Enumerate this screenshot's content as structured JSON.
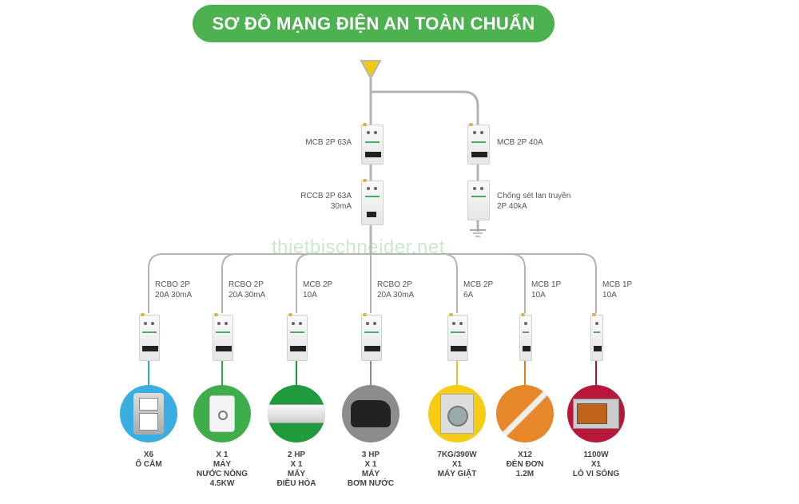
{
  "title": "SƠ ĐỒ MẠNG ĐIỆN AN TOÀN CHUẨN",
  "watermark": "thietbischneider.net",
  "source_icon": "power-source-triangle-icon",
  "main_branch": {
    "breakers": [
      {
        "label_line1": "MCB 2P 63A",
        "label_line2": ""
      },
      {
        "label_line1": "RCCB 2P 63A",
        "label_line2": "30mA"
      }
    ]
  },
  "protection_branch": {
    "breakers": [
      {
        "label_line1": "MCB 2P 40A",
        "label_line2": ""
      },
      {
        "label_line1": "Chống sét lan truyền",
        "label_line2": "2P 40kA"
      }
    ],
    "ground_icon": "ground-icon"
  },
  "circuits": [
    {
      "breaker_line1": "RCBO 2P",
      "breaker_line2": "20A 30mA",
      "wire_color": "#2aa8d8",
      "circle_color": "#3aaee0",
      "icon": "power-outlet-icon",
      "caption": [
        "X6",
        "Ổ CẮM"
      ]
    },
    {
      "breaker_line1": "RCBO 2P",
      "breaker_line2": "20A 30mA",
      "wire_color": "#2fa84a",
      "circle_color": "#3fae4a",
      "icon": "water-heater-icon",
      "caption": [
        "X 1",
        "MÁY",
        "NƯỚC NÓNG",
        "4.5KW"
      ]
    },
    {
      "breaker_line1": "MCB 2P",
      "breaker_line2": "10A",
      "wire_color": "#1e9a3c",
      "circle_color": "#1f9a3d",
      "icon": "air-conditioner-icon",
      "caption": [
        "2 HP",
        "X 1",
        "MÁY",
        "ĐIỀU HÒA"
      ]
    },
    {
      "breaker_line1": "RCBO 2P",
      "breaker_line2": "20A 30mA",
      "wire_color": "#8a8a8a",
      "circle_color": "#8c8c8c",
      "icon": "water-pump-icon",
      "caption": [
        "3 HP",
        "X 1",
        "MÁY",
        "BƠM NƯỚC"
      ]
    },
    {
      "breaker_line1": "MCB 2P",
      "breaker_line2": "6A",
      "wire_color": "#f1c40f",
      "circle_color": "#f6cc12",
      "icon": "washing-machine-icon",
      "caption": [
        "7KG/390W",
        "X1",
        "MÁY GIẶT"
      ]
    },
    {
      "breaker_line1": "MCB 1P",
      "breaker_line2": "10A",
      "wire_color": "#e07b20",
      "circle_color": "#e8862a",
      "icon": "fluorescent-lamp-icon",
      "caption": [
        "X12",
        "ĐÈN ĐƠN",
        "1.2M"
      ]
    },
    {
      "breaker_line1": "MCB 1P",
      "breaker_line2": "10A",
      "wire_color": "#b0152f",
      "circle_color": "#b8173a",
      "icon": "microwave-icon",
      "caption": [
        "1100W",
        "X1",
        "LÒ VI SÓNG"
      ]
    }
  ]
}
